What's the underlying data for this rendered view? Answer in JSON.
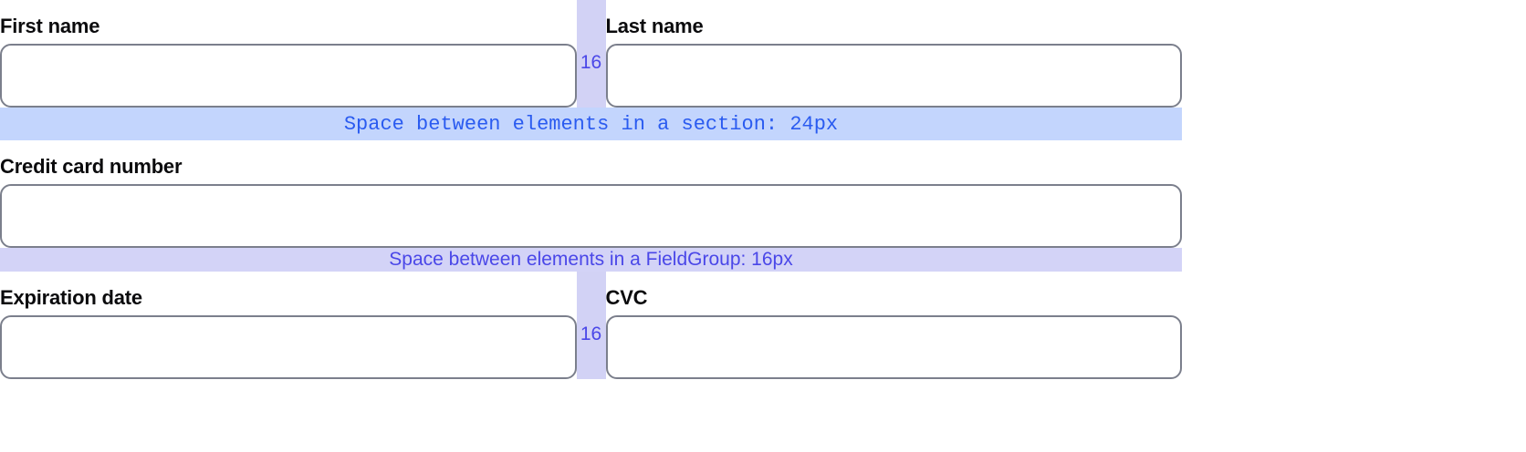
{
  "form": {
    "rows": [
      {
        "type": "two-column",
        "left": {
          "label": "First name",
          "value": "",
          "placeholder": ""
        },
        "gap": {
          "value": "16"
        },
        "right": {
          "label": "Last name",
          "value": "",
          "placeholder": ""
        }
      },
      {
        "type": "banner",
        "style": "section",
        "text": "Space between elements in a section: 24px"
      },
      {
        "type": "single-column",
        "field": {
          "label": "Credit card number",
          "value": "",
          "placeholder": ""
        }
      },
      {
        "type": "banner",
        "style": "fieldgroup",
        "text": "Space between elements in a FieldGroup: 16px"
      },
      {
        "type": "two-column",
        "left": {
          "label": "Expiration date",
          "value": "",
          "placeholder": ""
        },
        "gap": {
          "value": "16"
        },
        "right": {
          "label": "CVC",
          "value": "",
          "placeholder": ""
        }
      }
    ],
    "labels": {
      "first_name": "First name",
      "last_name": "Last name",
      "credit_card_number": "Credit card number",
      "expiration_date": "Expiration date",
      "cvc": "CVC"
    },
    "gap_markers": {
      "first_last": "16",
      "expiry_cvc": "16"
    },
    "annotations": {
      "section_spacing": "Space between elements in a section: 24px",
      "fieldgroup_spacing": "Space between elements in a FieldGroup: 16px"
    }
  },
  "colors": {
    "section_banner_bg": "#c3d5fd",
    "section_banner_text": "#2a5bf0",
    "fieldgroup_banner_bg": "#d3d3f7",
    "fieldgroup_banner_text": "#4a47e8",
    "gap_strip_bg": "#d2d2f5",
    "gap_strip_text": "#4a47e8",
    "input_border": "#7b7f8c",
    "label_text": "#0b0b0d",
    "page_bg": "#ffffff"
  }
}
